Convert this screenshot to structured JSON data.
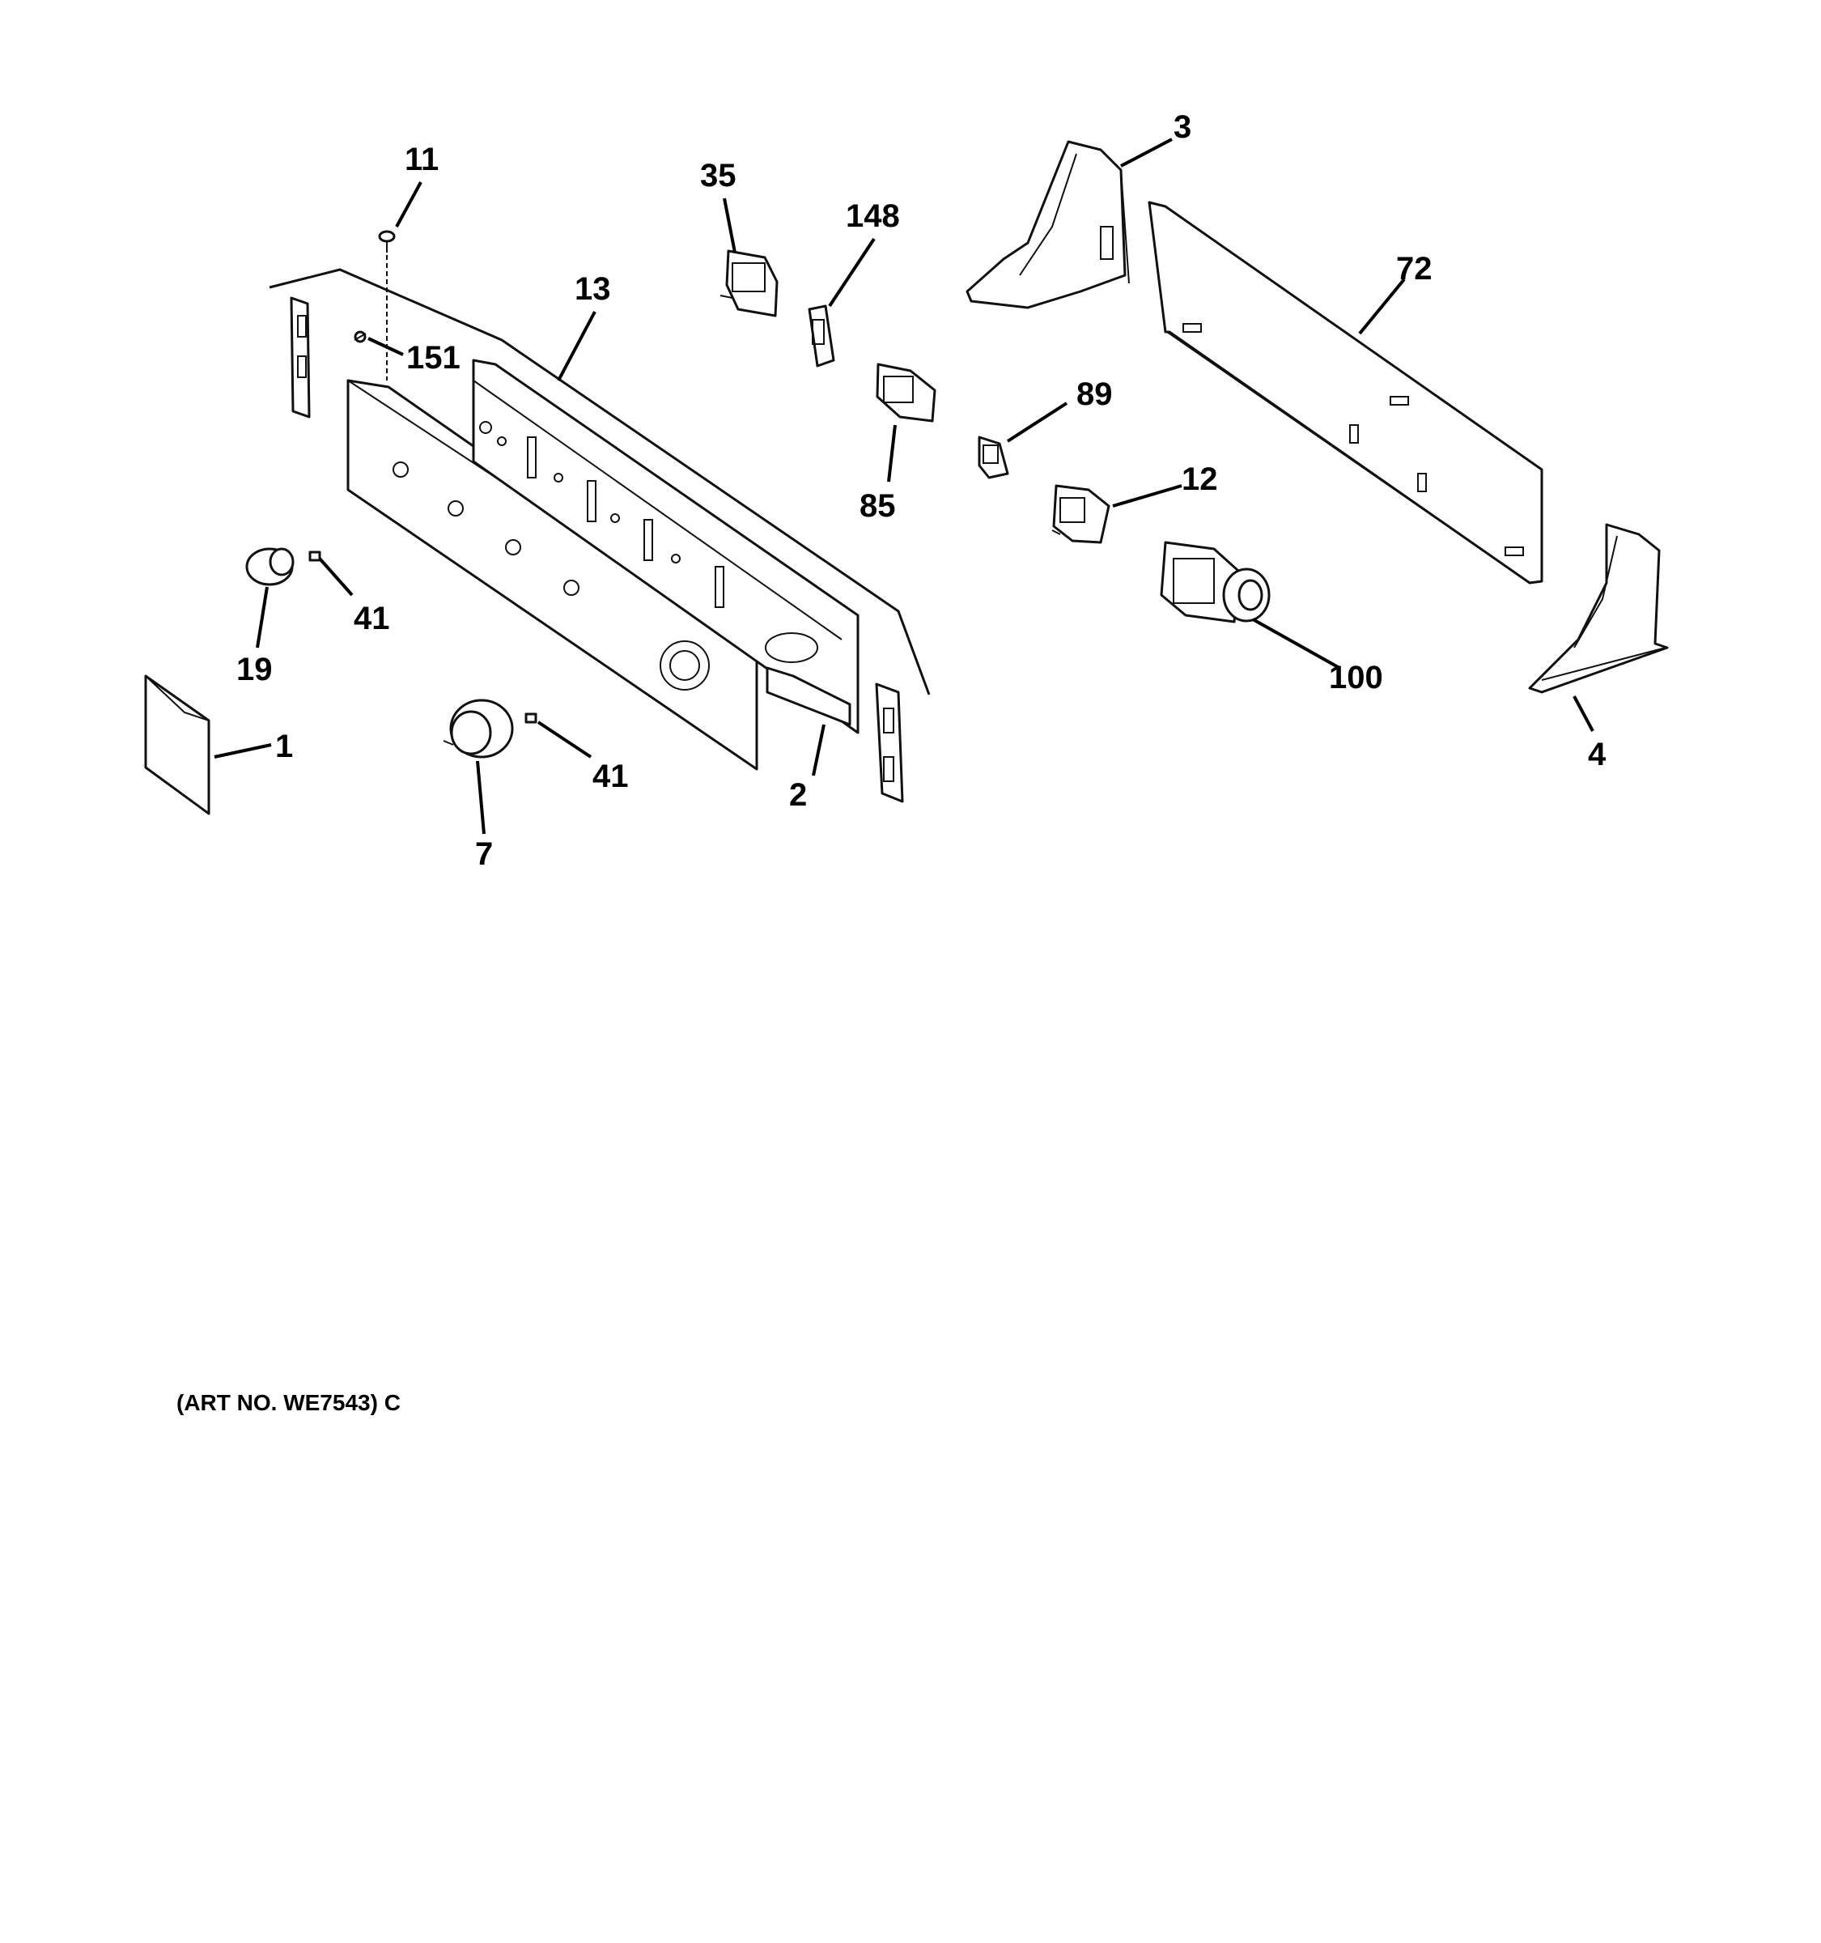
{
  "callouts": {
    "p1": "1",
    "p2": "2",
    "p3": "3",
    "p4": "4",
    "p7": "7",
    "p11": "11",
    "p12": "12",
    "p13": "13",
    "p19": "19",
    "p35": "35",
    "p41a": "41",
    "p41b": "41",
    "p72": "72",
    "p85": "85",
    "p89": "89",
    "p100": "100",
    "p148": "148",
    "p151": "151"
  },
  "art_number": "(ART NO. WE7543) C"
}
